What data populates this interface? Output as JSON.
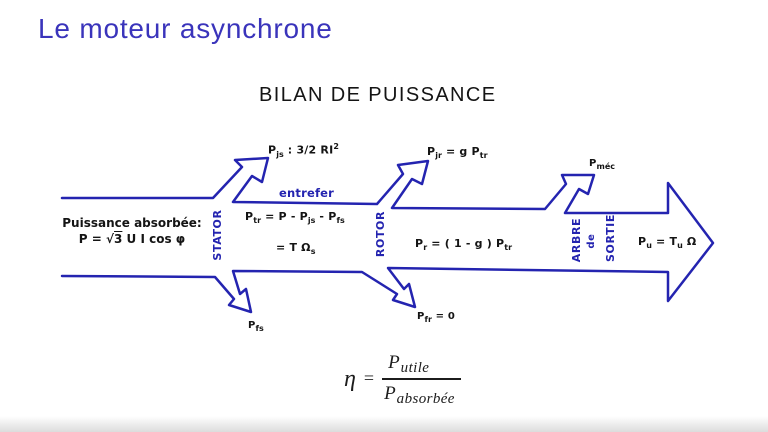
{
  "page": {
    "title": "Le moteur asynchrone",
    "subtitle": "BILAN DE PUISSANCE"
  },
  "input_power": {
    "line1": "Puissance absorbée:",
    "formula_pre": "P = √",
    "formula_rad": "3",
    "formula_post": " U I cos φ"
  },
  "sections": {
    "stator": "STATOR",
    "rotor": "ROTOR",
    "arbre": "ARBRE",
    "de": "de",
    "sortie": "SORTIE",
    "entrefer": "entrefer"
  },
  "labels": {
    "pjs": {
      "p": "P",
      "sub": "js",
      "mid": " : 3/2 RI",
      "sup": "2"
    },
    "pjr": {
      "p": "P",
      "sub": "jr",
      "mid": " = g P",
      "sub2": "tr"
    },
    "pmec": {
      "p": "P",
      "sub": "méc"
    },
    "ptr1": {
      "p": "P",
      "sub": "tr",
      "mid": " = P - P",
      "sub2": "js",
      "mid2": " - P",
      "sub3": "fs"
    },
    "ptr2": {
      "mid": "= T Ω",
      "sub": "s"
    },
    "pr": {
      "p": "P",
      "sub": "r",
      "mid": " = ( 1 - g ) P",
      "sub2": "tr"
    },
    "pu": {
      "p": "P",
      "sub": "u",
      "mid": " = T",
      "sub2": "u",
      "mid2": " Ω"
    },
    "pfs": {
      "p": "P",
      "sub": "fs"
    },
    "pfr": {
      "p": "P",
      "sub": "fr",
      "mid": " = 0"
    }
  },
  "efficiency": {
    "eta": "η",
    "equals": "=",
    "num_p": "P",
    "num_sub": "utile",
    "den_p": "P",
    "den_sub": "absorbée"
  },
  "colors": {
    "title": "#3a34bb",
    "diagram_blue": "#2424b0",
    "text": "#141414"
  }
}
